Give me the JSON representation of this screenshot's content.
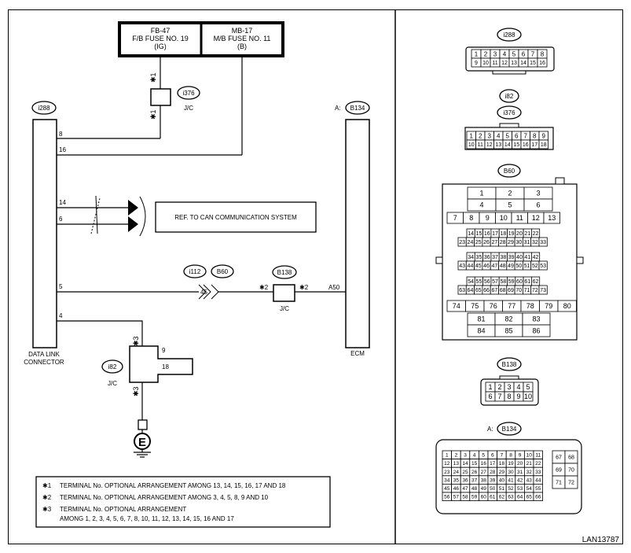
{
  "fuses": {
    "fb": {
      "l1": "FB-47",
      "l2": "F/B FUSE NO. 19",
      "l3": "(IG)"
    },
    "mb": {
      "l1": "MB-17",
      "l2": "M/B FUSE NO. 11",
      "l3": "(B)"
    }
  },
  "star1": "✱1",
  "star2": "✱2",
  "star3": "✱3",
  "jc_i376": {
    "id": "i376",
    "label": "J/C"
  },
  "dlc": {
    "id": "i288",
    "label1": "DATA LINK",
    "label2": "CONNECTOR",
    "pins": [
      "8",
      "16",
      "14",
      "6",
      "5",
      "4"
    ]
  },
  "ecm": {
    "prefix": "A:",
    "id": "B134",
    "label": "ECM",
    "pin": "A50"
  },
  "can_ref": "REF. TO CAN COMMUNICATION SYSTEM",
  "i112": "i112",
  "b60": "B60",
  "pin45": "45",
  "jc_b138": {
    "id": "B138",
    "label": "J/C"
  },
  "jc_i82": {
    "id": "i82",
    "label": "J/C",
    "pin9": "9",
    "pin18": "18"
  },
  "ground": "E",
  "notes": [
    "TERMINAL No. OPTIONAL ARRANGEMENT AMONG 13, 14, 15, 16, 17 AND 18",
    "TERMINAL No. OPTIONAL ARRANGEMENT AMONG 3, 4, 5, 8, 9 AND 10",
    "TERMINAL No. OPTIONAL ARRANGEMENT",
    "AMONG 1, 2, 3, 4, 5, 6, 7, 8, 10, 11, 12, 13, 14, 15, 16 AND 17"
  ],
  "right": {
    "i288": "i288",
    "i82": "i82",
    "i376": "i376",
    "b60": "B60",
    "b138": "B138",
    "b134_prefix": "A:",
    "b134": "B134"
  },
  "code": "LAN13787"
}
